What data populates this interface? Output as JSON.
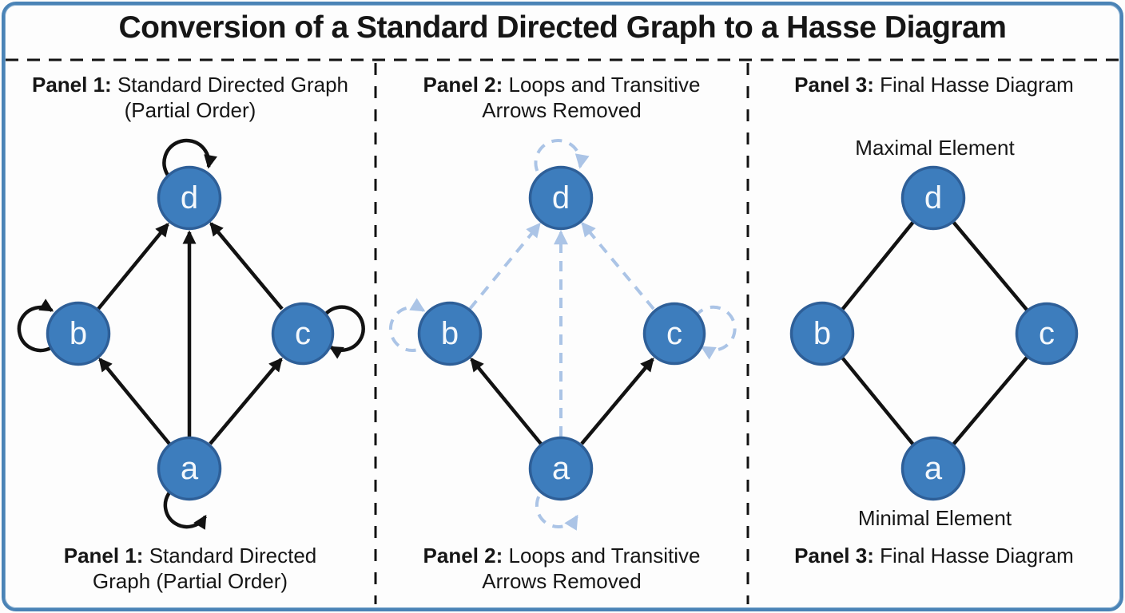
{
  "title": "Conversion of a Standard Directed Graph to a Hasse Diagram",
  "colors": {
    "frame_border": "#4a83b6",
    "node_fill": "#3d7dbd",
    "node_stroke": "#2e5f98",
    "arrow_black": "#121212",
    "removed_arrow_light_blue": "#abc4e6"
  },
  "graph": {
    "elements": [
      "a",
      "b",
      "c",
      "d"
    ],
    "node_positions": {
      "top": "d",
      "left": "b",
      "right": "c",
      "bottom": "a"
    }
  },
  "panels": [
    {
      "header": {
        "prefix": "Panel 1:",
        "line1": "Standard Directed Graph",
        "line2": "(Partial Order)"
      },
      "footer": {
        "prefix": "Panel 1:",
        "line1": "Standard Directed",
        "line2": "Graph (Partial Order)"
      },
      "nodes": {
        "top": "d",
        "left": "b",
        "right": "c",
        "bottom": "a"
      },
      "solid_arrows": [
        "a→b",
        "a→c",
        "a→d",
        "b→d",
        "c→d"
      ],
      "self_loops": [
        "d",
        "b",
        "c",
        "a"
      ]
    },
    {
      "header": {
        "prefix": "Panel 2:",
        "line1": "Loops and Transitive",
        "line2": "Arrows Removed"
      },
      "footer": {
        "prefix": "Panel 2:",
        "line1": "Loops and Transitive",
        "line2": "Arrows Removed"
      },
      "nodes": {
        "top": "d",
        "left": "b",
        "right": "c",
        "bottom": "a"
      },
      "solid_arrows": [
        "a→b",
        "a→c"
      ],
      "faded_dashed_arrows": [
        "a→d",
        "b→d",
        "c→d"
      ],
      "faded_dashed_loops": [
        "d",
        "b",
        "c",
        "a"
      ]
    },
    {
      "header": {
        "prefix": "Panel 3:",
        "line1": "Final Hasse Diagram",
        "line2": ""
      },
      "footer": {
        "prefix": "Panel 3:",
        "line1": "Final Hasse Diagram",
        "line2": ""
      },
      "nodes": {
        "top": "d",
        "left": "b",
        "right": "c",
        "bottom": "a"
      },
      "plain_edges": [
        "b—d",
        "c—d",
        "a—b",
        "a—c"
      ],
      "annotations": {
        "top": "Maximal Element",
        "bottom": "Minimal Element"
      }
    }
  ]
}
